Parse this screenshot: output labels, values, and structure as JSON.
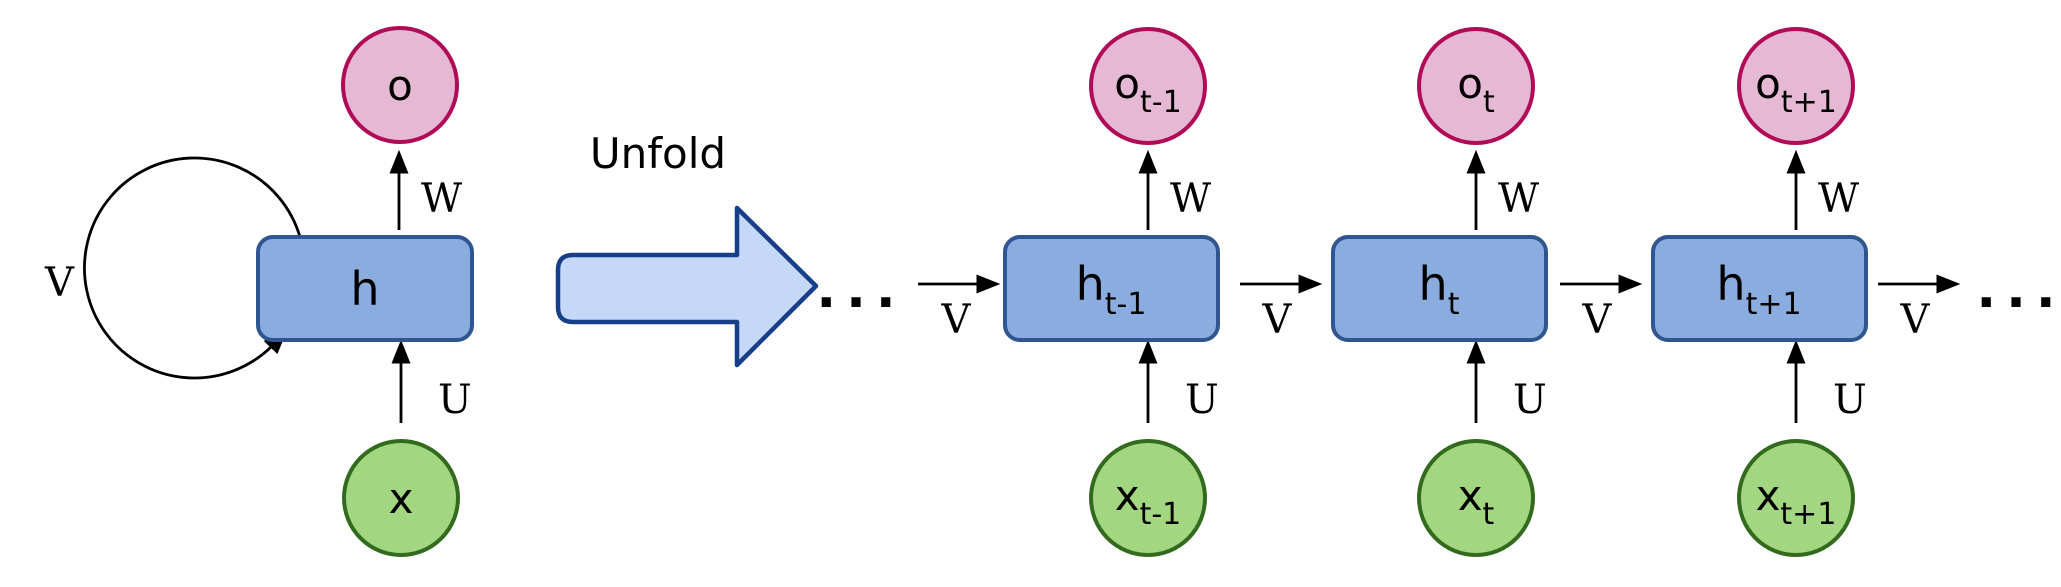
{
  "unfold_label": "Unfold",
  "ellipsis_left": "...",
  "ellipsis_right": "...",
  "folded": {
    "output": "o",
    "hidden": "h",
    "input": "x",
    "recurrent_weight": "V",
    "output_weight": "W",
    "input_weight": "U"
  },
  "unfolded": {
    "v_labels": [
      "V",
      "V",
      "V",
      "V"
    ],
    "units": [
      {
        "output_main": "o",
        "output_sub": "t-1",
        "hidden_main": "h",
        "hidden_sub": "t-1",
        "input_main": "x",
        "input_sub": "t-1",
        "output_weight": "W",
        "input_weight": "U"
      },
      {
        "output_main": "o",
        "output_sub": "t",
        "hidden_main": "h",
        "hidden_sub": "t",
        "input_main": "x",
        "input_sub": "t",
        "output_weight": "W",
        "input_weight": "U"
      },
      {
        "output_main": "o",
        "output_sub": "t+1",
        "hidden_main": "h",
        "hidden_sub": "t+1",
        "input_main": "x",
        "input_sub": "t+1",
        "output_weight": "W",
        "input_weight": "U"
      }
    ]
  },
  "colors": {
    "output_fill": "#e5b9d3",
    "output_stroke": "#b00b57",
    "hidden_fill": "#8bacde",
    "hidden_stroke": "#2f5690",
    "input_fill": "#a3d681",
    "input_stroke": "#336b1e",
    "unfold_arrow_fill": "#c5d8f7",
    "unfold_arrow_stroke": "#173e89",
    "line": "#000000"
  }
}
